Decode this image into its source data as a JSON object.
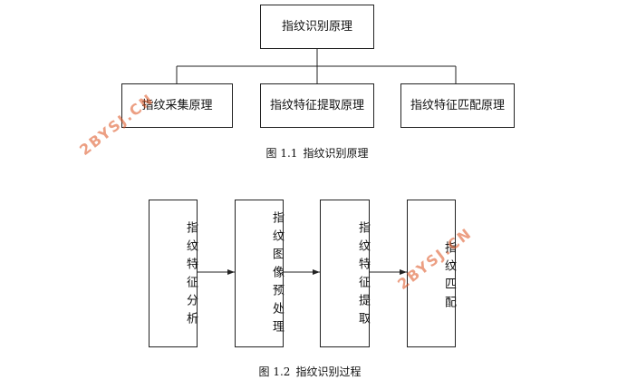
{
  "figure1": {
    "root": "指纹识别原理",
    "children": [
      "指纹采集原理",
      "指纹特征提取原理",
      "指纹特征匹配原理"
    ],
    "caption_number": "图 1.1",
    "caption_text": "指纹识别原理"
  },
  "figure2": {
    "steps": [
      "指纹特征分析",
      "指纹图像预处理",
      "指纹特征提取",
      "指纹匹配"
    ],
    "caption_number": "图 1.2",
    "caption_text": "指纹识别过程"
  },
  "watermarks": [
    "2BYSJ.CN",
    "2BYSJ.CN"
  ],
  "colors": {
    "line": "#222222",
    "watermark": "#dc501e"
  }
}
